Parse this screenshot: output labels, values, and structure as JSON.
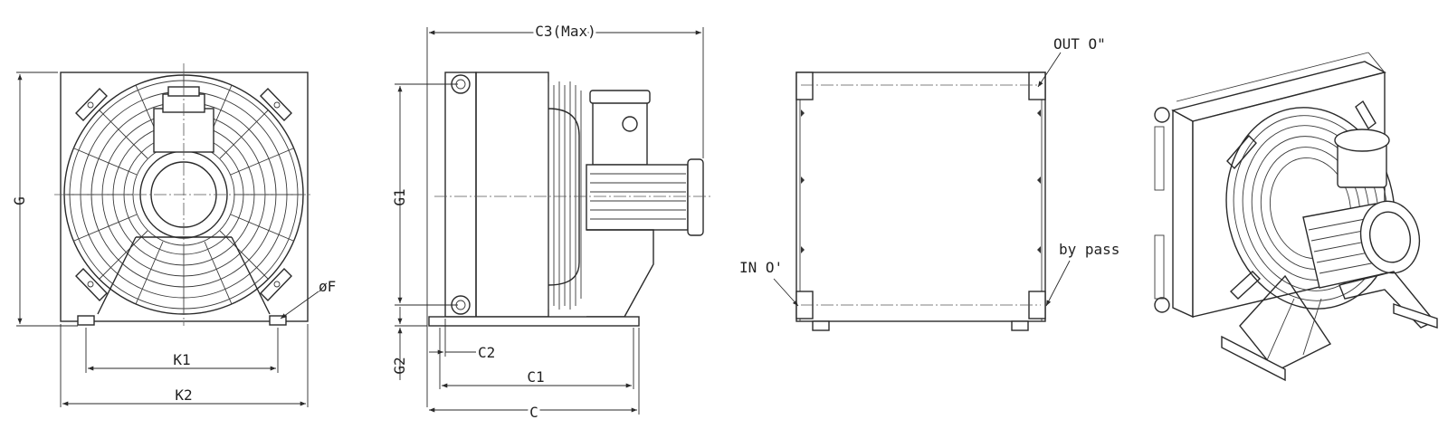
{
  "views": {
    "front": {
      "labels": {
        "height": "G",
        "bolt": "øF",
        "spacing_inner": "K1",
        "spacing_outer": "K2"
      }
    },
    "side": {
      "labels": {
        "overall": "C3(Max)",
        "core": "G1",
        "foot": "G2",
        "offset": "C2",
        "base_inner": "C1",
        "base_outer": "C"
      }
    },
    "back": {
      "labels": {
        "outlet": "OUT O\"",
        "inlet": "IN O'",
        "bypass": "by pass"
      }
    }
  }
}
